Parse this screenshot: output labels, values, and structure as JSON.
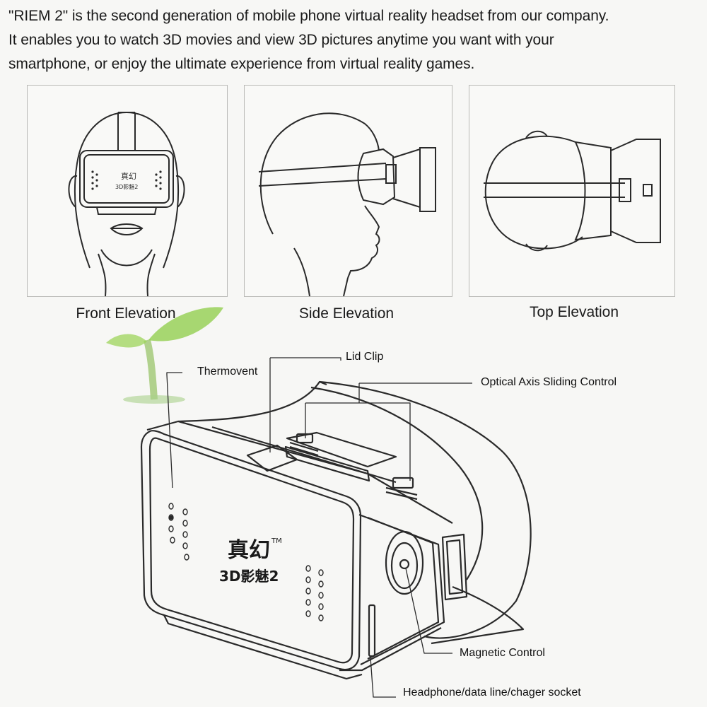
{
  "intro": {
    "lines": [
      "\"RIEM 2\" is the second generation of mobile phone virtual reality headset from our company.",
      "It enables you to watch 3D movies and view 3D pictures anytime you want with your",
      "smartphone, or enjoy the ultimate experience from virtual reality games."
    ]
  },
  "elevations": {
    "front": "Front Elevation",
    "side": "Side Elevation",
    "top": "Top Elevation"
  },
  "headset_logo": {
    "brand": "真幻",
    "tm": "TM",
    "model": "3D影魅2"
  },
  "callouts": {
    "thermovent": "Thermovent",
    "lid_clip": "Lid Clip",
    "optical_axis": "Optical Axis Sliding Control",
    "magnetic_control": "Magnetic Control",
    "socket": "Headphone/data line/chager socket"
  },
  "colors": {
    "line": "#2a2a2a",
    "panel_border": "#b9b9b6",
    "watermark_green": "#7cc242"
  }
}
